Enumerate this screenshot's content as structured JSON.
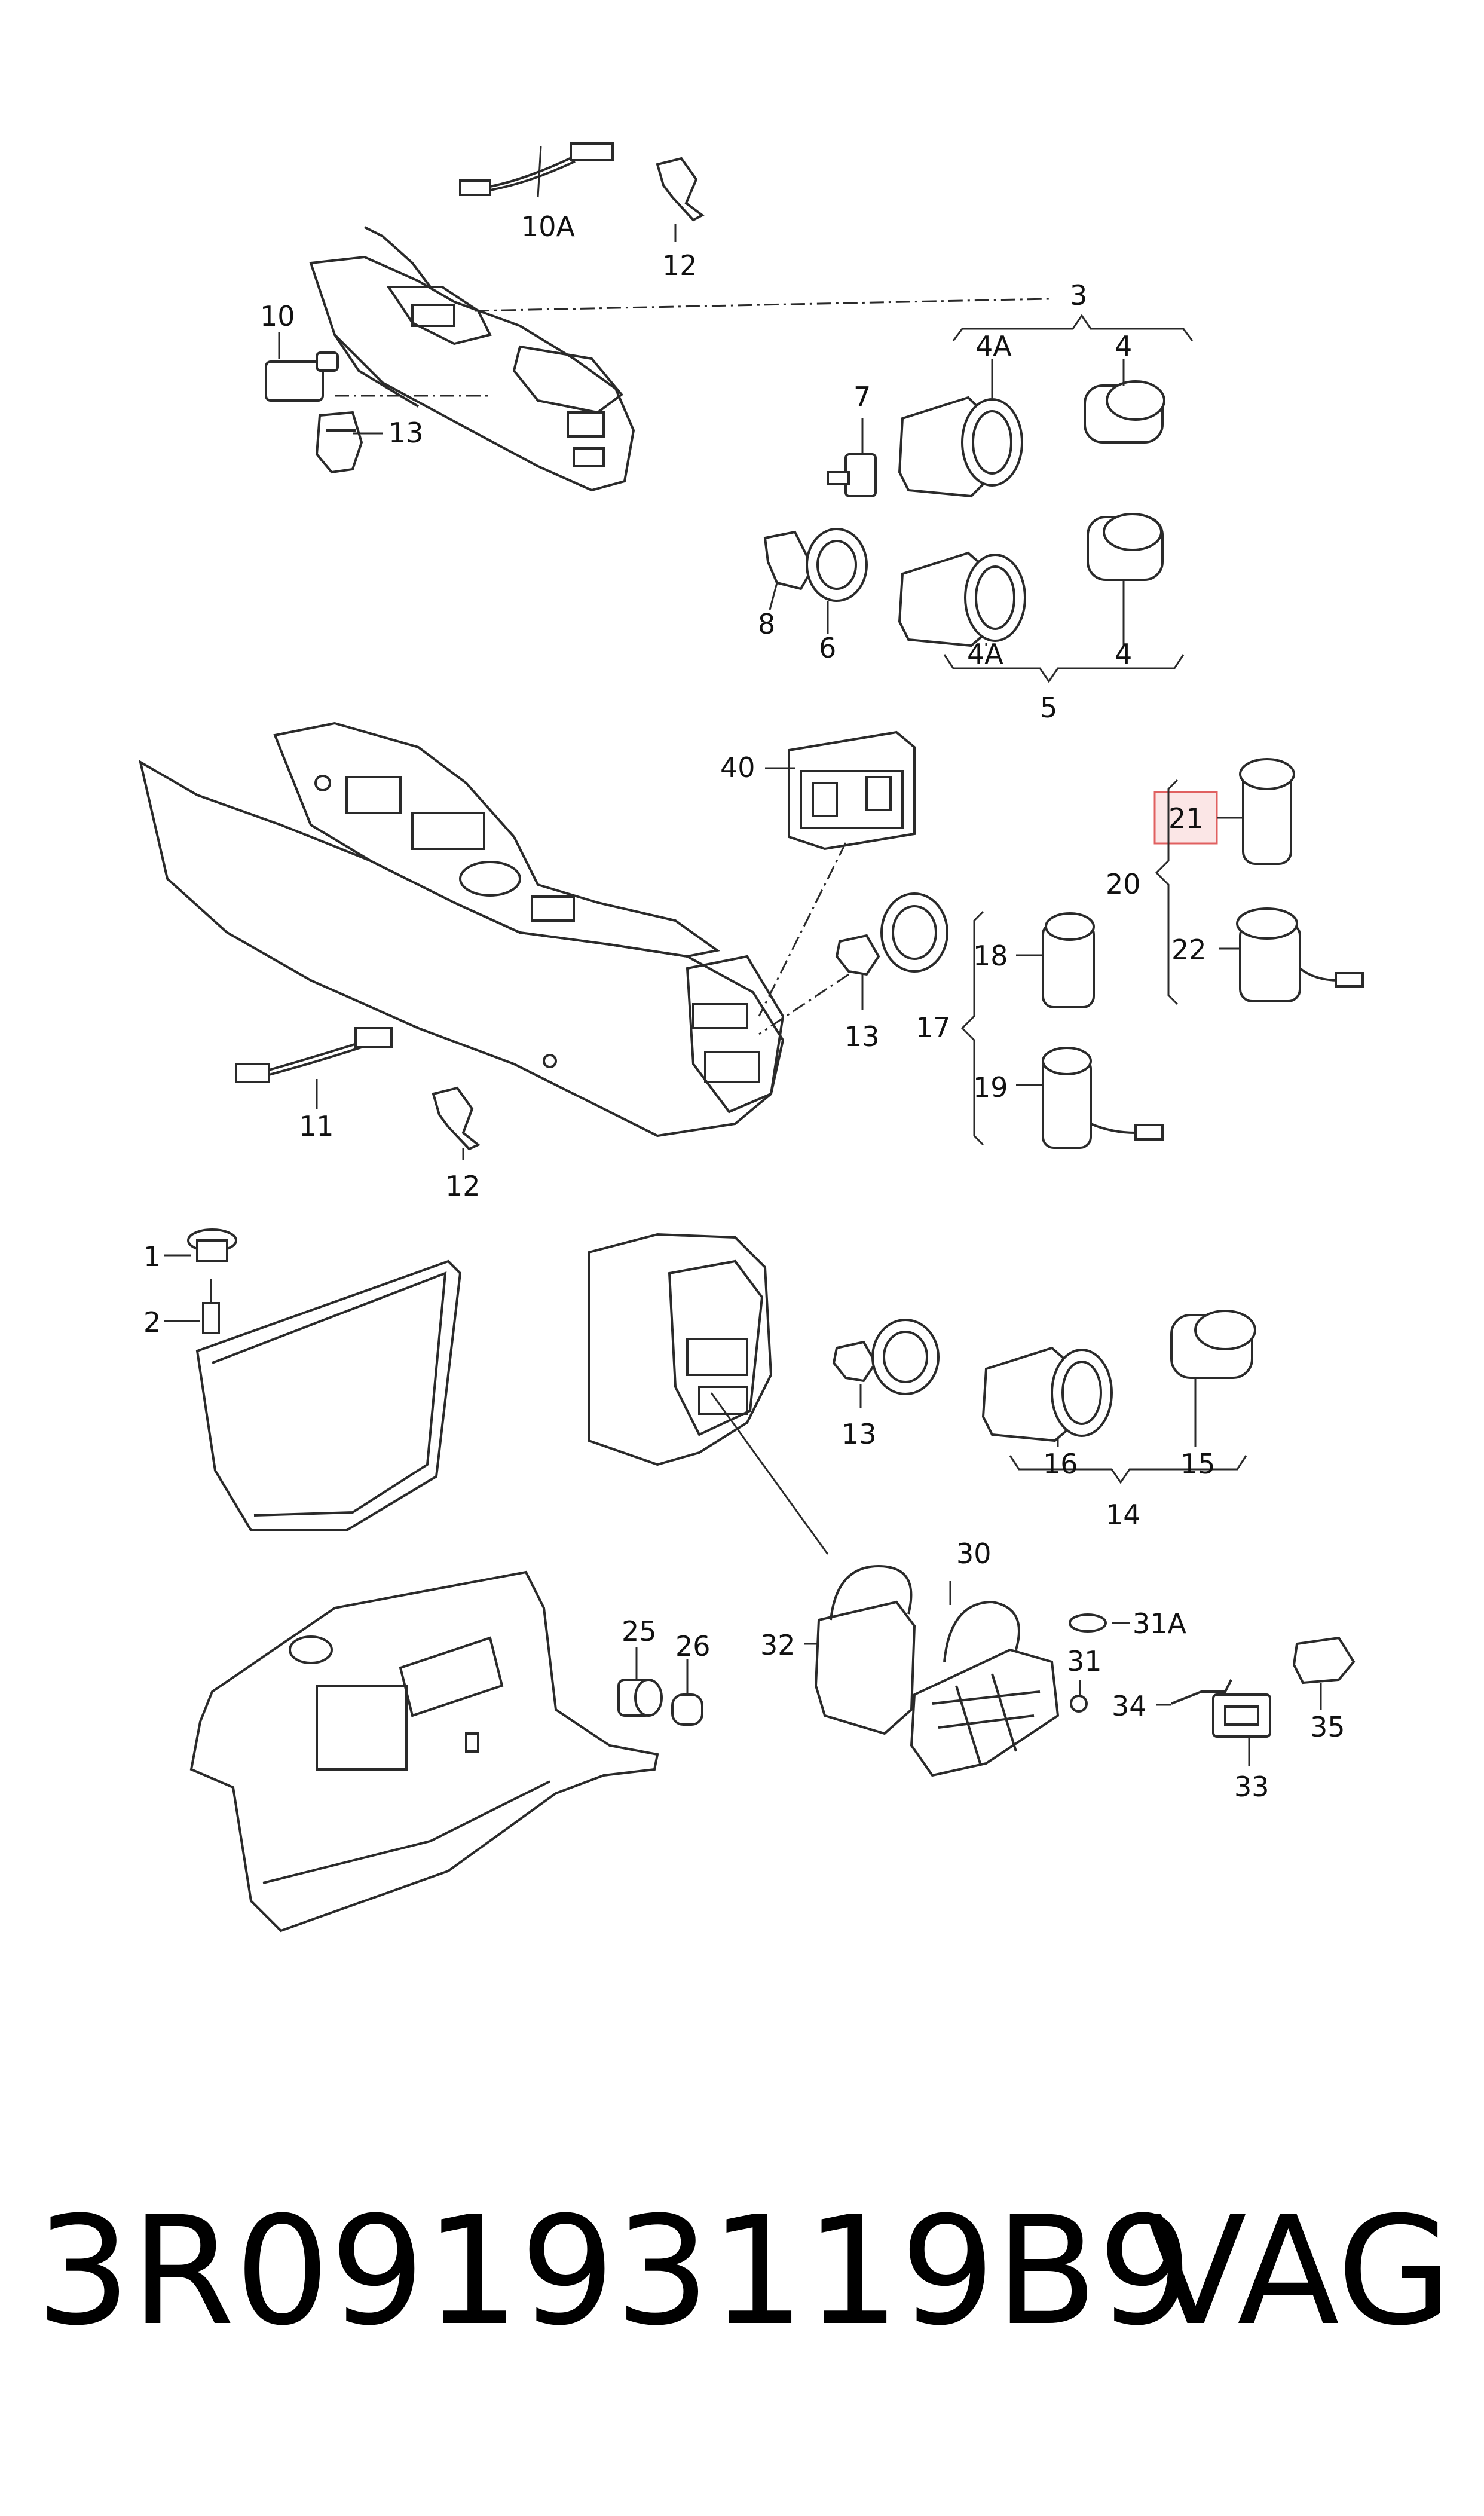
{
  "diagram": {
    "labels": {
      "l10A": "10A",
      "l12a": "12",
      "l3": "3",
      "l10": "10",
      "l13a": "13",
      "l7": "7",
      "l4Aa": "4A",
      "l4a": "4",
      "l8": "8",
      "l6": "6",
      "l4Ab": "4A",
      "l4b": "4",
      "l5": "5",
      "l40": "40",
      "l21": "21",
      "l20": "20",
      "l18": "18",
      "l22": "22",
      "l17": "17",
      "l13b": "13",
      "l19": "19",
      "l11": "11",
      "l12b": "12",
      "l1": "1",
      "l2": "2",
      "l13c": "13",
      "l16": "16",
      "l15": "15",
      "l14": "14",
      "l30": "30",
      "l31A": "31A",
      "l32": "32",
      "l25": "25",
      "l26": "26",
      "l31": "31",
      "l34": "34",
      "l35": "35",
      "l33": "33"
    },
    "highlight_color": "#e06060"
  },
  "footer": {
    "part_number": "3R09193119B9",
    "brand": "VAG"
  }
}
